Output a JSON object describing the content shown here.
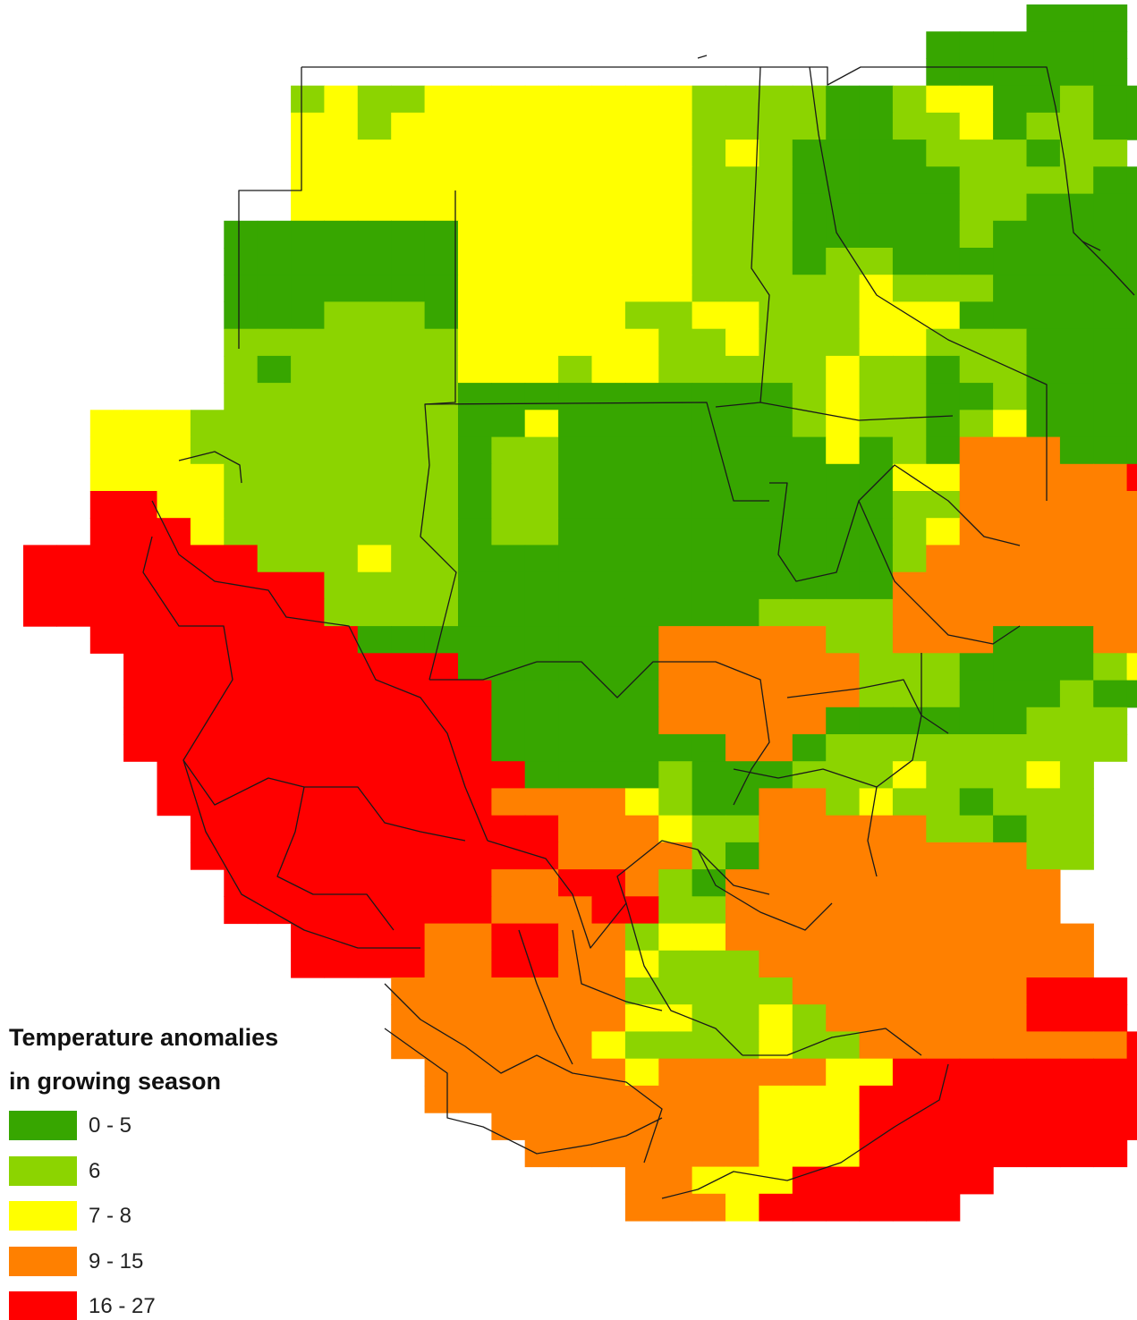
{
  "map": {
    "legend": {
      "title_line1": "Temperature anomalies",
      "title_line2": "in growing season",
      "classes": [
        {
          "label": "0 - 5",
          "color": "#37a600"
        },
        {
          "label": "6",
          "color": "#8cd400"
        },
        {
          "label": "7 - 8",
          "color": "#ffff00"
        },
        {
          "label": "9 - 15",
          "color": "#ff8000"
        },
        {
          "label": "16 - 27",
          "color": "#ff0000"
        }
      ]
    }
  }
}
